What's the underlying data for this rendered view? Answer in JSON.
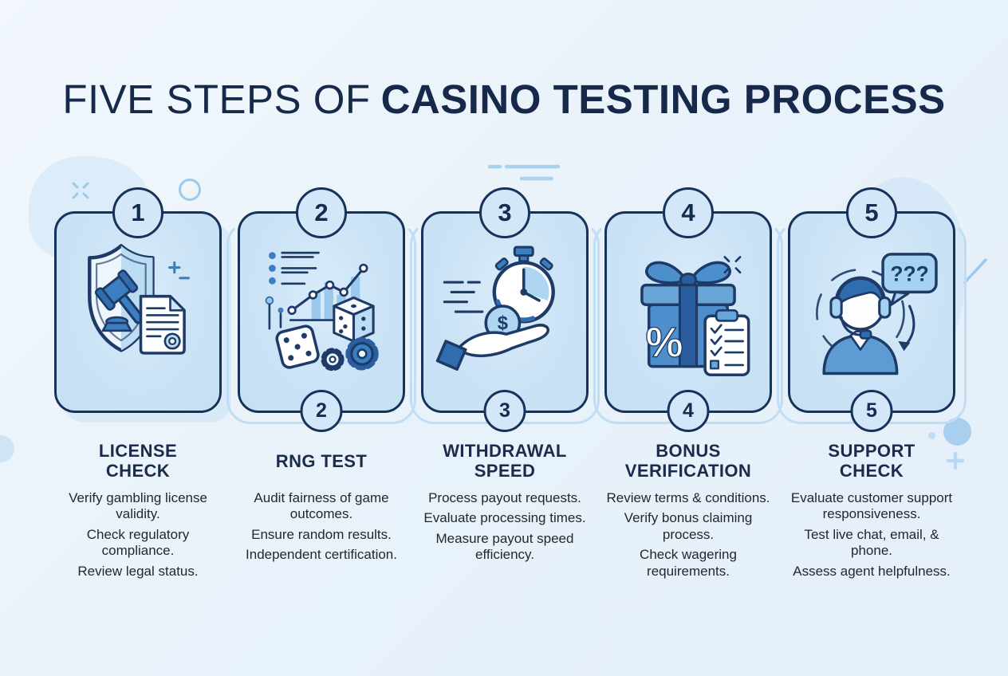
{
  "header": {
    "title_light": "FIVE STEPS OF",
    "title_bold": "CASINO TESTING PROCESS"
  },
  "palette": {
    "background": "#eaf2fa",
    "card_fill": "#c9e2f5",
    "outline_navy": "#16325b",
    "accent_blue": "#3c7fc0",
    "light_blue": "#a9d0ec",
    "heading_text": "#1b2b4d",
    "body_text": "#23272e"
  },
  "steps": [
    {
      "number": "1",
      "icon": "license-check-icon",
      "title": "LICENSE CHECK",
      "title_lines": [
        "LICENSE",
        "CHECK"
      ],
      "lines": [
        "Verify gambling license validity.",
        "Check regulatory compliance.",
        "Review legal status."
      ]
    },
    {
      "number": "2",
      "icon": "rng-test-icon",
      "title": "RNG TEST",
      "title_lines": [
        "RNG TEST"
      ],
      "lines": [
        "Audit fairness of game outcomes.",
        "Ensure random results.",
        "Independent certification."
      ]
    },
    {
      "number": "3",
      "icon": "withdrawal-speed-icon",
      "title": "WITHDRAWAL SPEED",
      "title_lines": [
        "WITHDRAWAL",
        "SPEED"
      ],
      "coin_symbol": "$",
      "lines": [
        "Process payout requests.",
        "Evaluate processing times.",
        "Measure payout speed efficiency."
      ]
    },
    {
      "number": "4",
      "icon": "bonus-verification-icon",
      "title": "BONUS VERIFICATION",
      "title_lines": [
        "BONUS",
        "VERIFICATION"
      ],
      "percent_symbol": "%",
      "lines": [
        "Review terms & conditions.",
        "Verify bonus claiming process.",
        "Check wagering requirements."
      ]
    },
    {
      "number": "5",
      "icon": "support-check-icon",
      "title": "SUPPORT CHECK",
      "title_lines": [
        "SUPPORT",
        "CHECK"
      ],
      "bubble_text": "???",
      "lines": [
        "Evaluate customer support responsiveness.",
        "Test live chat, email, & phone.",
        "Assess agent helpfulness."
      ]
    }
  ]
}
